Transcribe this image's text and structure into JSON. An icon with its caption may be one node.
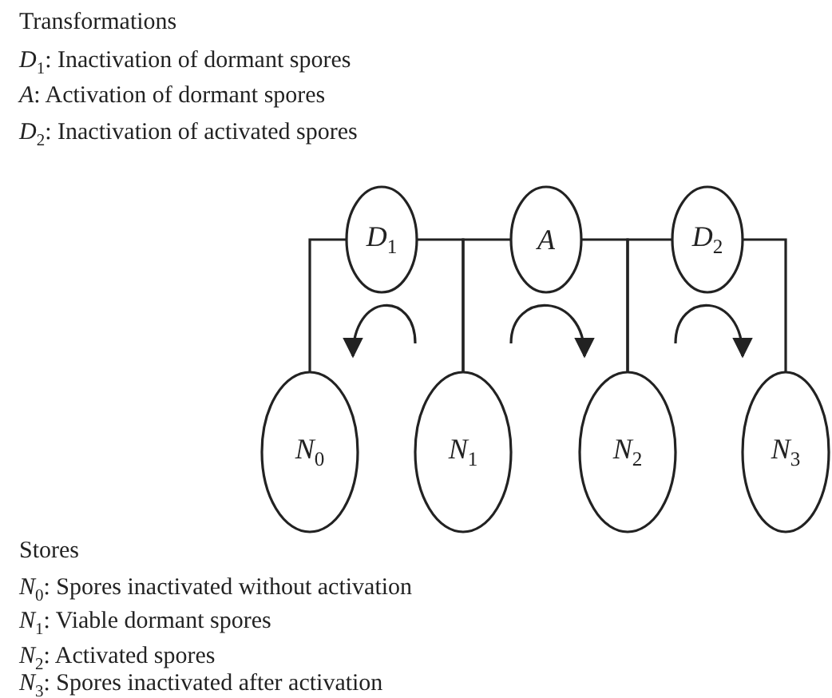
{
  "diagram": {
    "nodes": [
      {
        "text": [
          "*D*$_{1}$"
        ]
      },
      {
        "text": [
          "*A*"
        ]
      },
      {
        "text": [
          "*D*$_{2}$"
        ]
      },
      {
        "text": [
          "*N*$_{0}$"
        ]
      },
      {
        "text": [
          "*N*$_{1}$"
        ]
      },
      {
        "text": [
          "*N*$_{2}$"
        ]
      },
      {
        "text": [
          "*N*$_{3}$"
        ]
      }
    ],
    "edges": [
      {
        "from": 3,
        "to": 0,
        "arrow": "none"
      },
      {
        "from": 4,
        "to": 0,
        "arrow": "none"
      },
      {
        "from": 4,
        "to": 1,
        "arrow": "none"
      },
      {
        "from": 5,
        "to": 1,
        "arrow": "none"
      },
      {
        "from": 5,
        "to": 2,
        "arrow": "none"
      },
      {
        "from": 6,
        "to": 2,
        "arrow": "none"
      },
      {
        "from": 4,
        "to": 3,
        "arrow": "to"
      },
      {
        "from": 4,
        "to": 5,
        "arrow": "to"
      },
      {
        "from": 5,
        "to": 6,
        "arrow": "to"
      }
    ],
    "labels": [
      "Transformations",
      "*D*$_{1}$: Inactivation of dormant spores",
      "*A*:  Activation of dormant spores",
      "*D*$_{2}$: Inactivation of activated spores",
      "Stores",
      "*N*$_{0}$: Spores inactivated without activation",
      "*N*$_{1}$: Viable dormant spores",
      "*N*$_{2}$: Activated spores",
      "*N*$_{3}$: Spores inactivated after activation"
    ]
  }
}
